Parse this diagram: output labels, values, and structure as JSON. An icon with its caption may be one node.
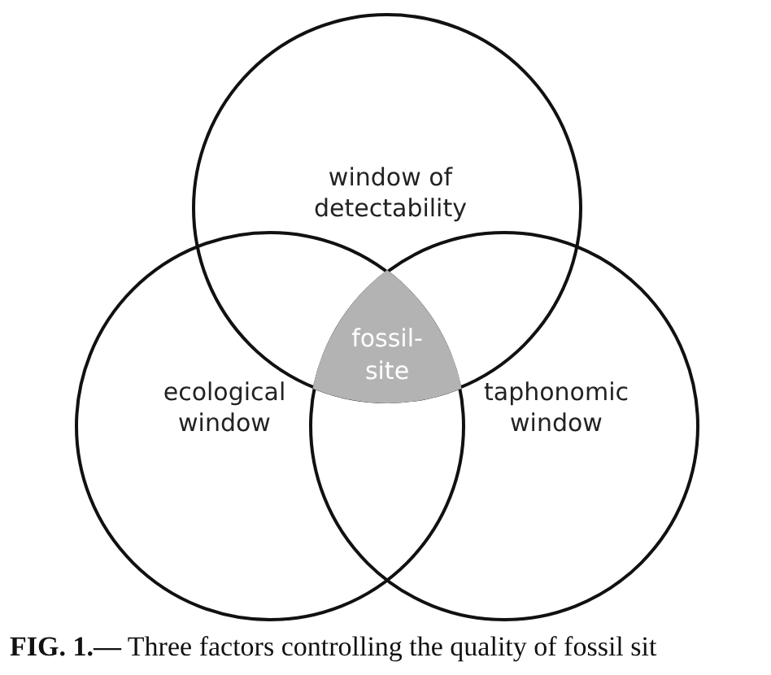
{
  "diagram": {
    "caption": "**FIG. 1.—** Three factors controlling the quality of fossil sit",
    "nodes": [
      {
        "text": [
          "window of detectability"
        ]
      },
      {
        "text": [
          "ecological window"
        ]
      },
      {
        "text": [
          "taphonomic window"
        ]
      },
      {
        "text": [
          "fossil-site"
        ]
      }
    ]
  }
}
